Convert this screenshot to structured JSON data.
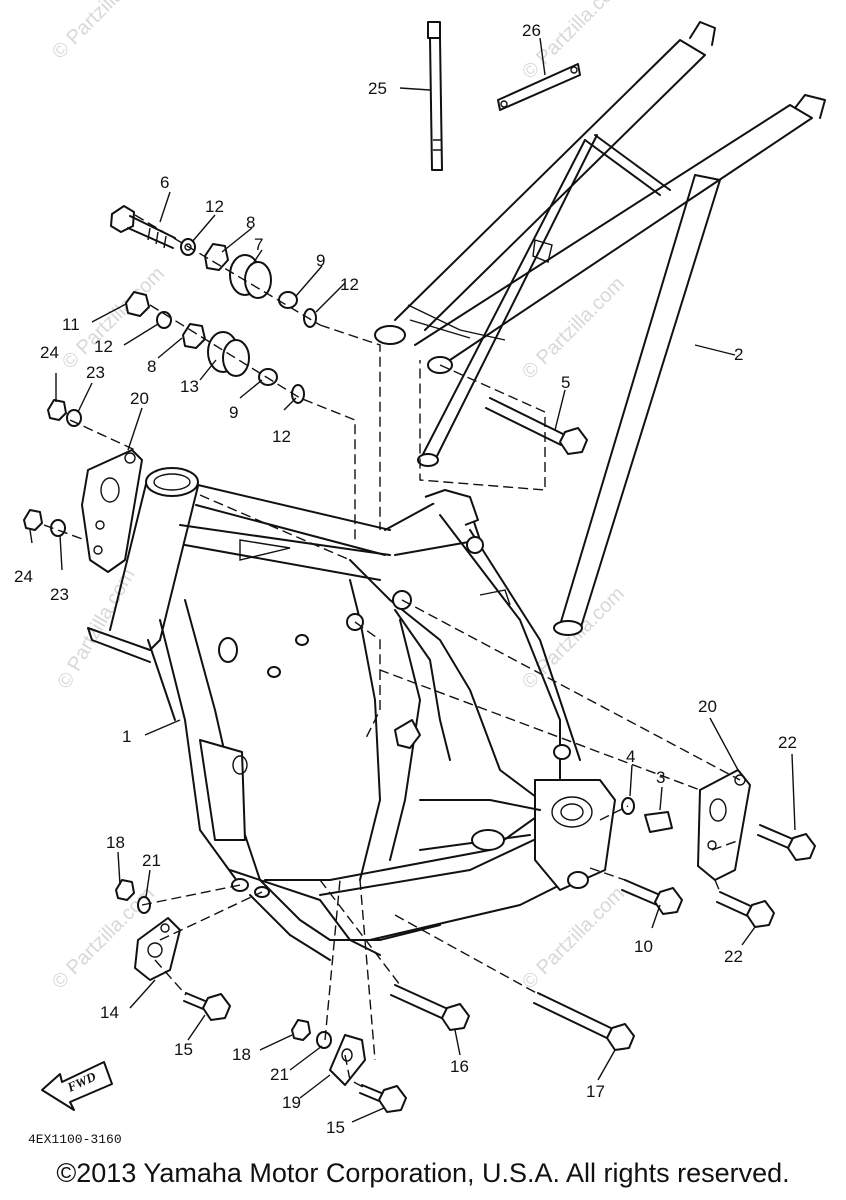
{
  "callouts": [
    "1",
    "2",
    "3",
    "4",
    "5",
    "6",
    "7",
    "8",
    "8",
    "9",
    "9",
    "10",
    "11",
    "12",
    "12",
    "12",
    "12",
    "13",
    "14",
    "15",
    "15",
    "16",
    "17",
    "18",
    "18",
    "19",
    "20",
    "20",
    "21",
    "21",
    "22",
    "22",
    "23",
    "23",
    "24",
    "24",
    "25",
    "26"
  ],
  "watermark": "© Partzilla.com",
  "fwd_label": "FWD",
  "diagram_code": "4EX1100-3160",
  "copyright": "©2013 Yamaha Motor Corporation, U.S.A. All rights reserved."
}
